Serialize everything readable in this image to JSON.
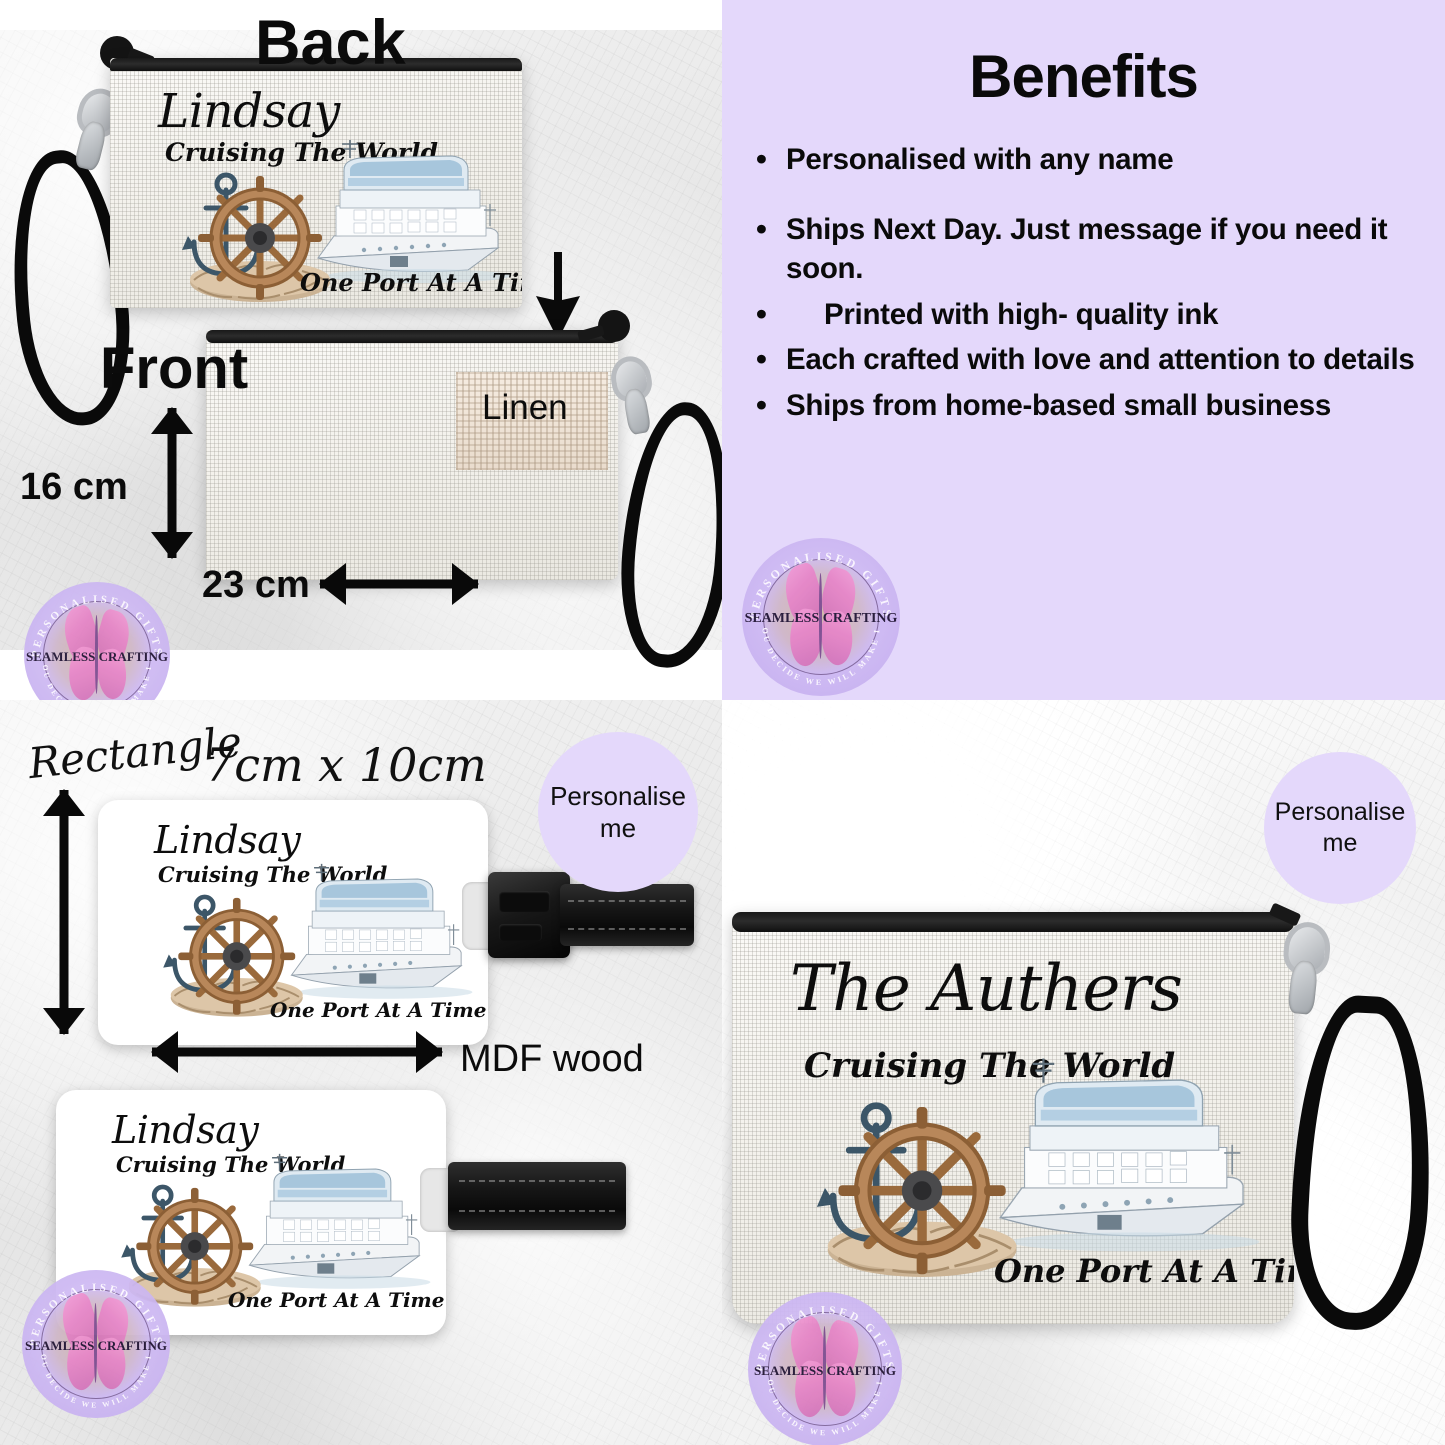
{
  "panels": {
    "back_front": {
      "back_label": "Back",
      "front_label": "Front",
      "height_label": "16 cm",
      "width_label": "23 cm",
      "material_label": "Linen"
    },
    "benefits": {
      "title": "Benefits",
      "items": [
        "Personalised with any name",
        "Ships Next Day. Just message if you need it soon.",
        "Printed with high- quality ink",
        "Each crafted with love and attention to details",
        "Ships from home-based small business"
      ]
    },
    "tags": {
      "shape_label": "Rectangle",
      "size_label": "7cm x 10cm",
      "material_label": "MDF wood",
      "personalise_badge_line1": "Personalise",
      "personalise_badge_line2": "me"
    },
    "bag": {
      "personalise_badge_line1": "Personalise",
      "personalise_badge_line2": "me"
    }
  },
  "design": {
    "name_lindsay": "Lindsay",
    "name_authers": "The Authers",
    "subtitle": "Cruising The World",
    "tagline": "One Port At A Time"
  },
  "logo": {
    "arc_top": "PERSONALISED GIFTS",
    "center": "SEAMLESS CRAFTING",
    "arc_bottom": "YOU DECIDE WE WILL MAKE IT"
  },
  "colors": {
    "lavender_panel": "#E4D8FB",
    "badge_lavender": "#E4D8FB",
    "text_black": "#0A0A0A",
    "strap_black": "#0A0A0A",
    "linen": "#EFE5DA"
  }
}
